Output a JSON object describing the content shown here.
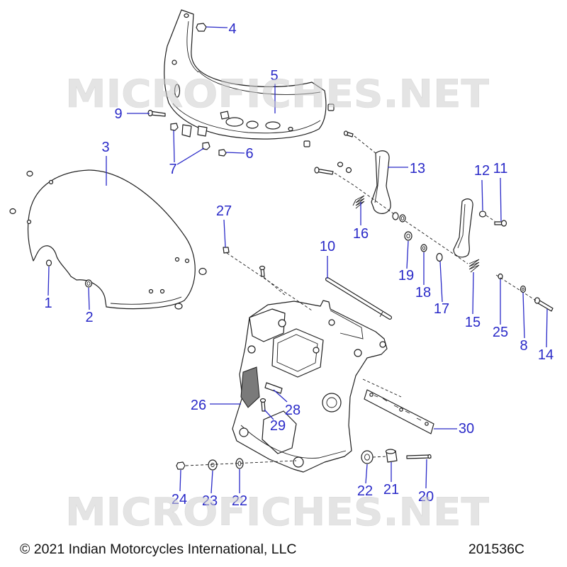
{
  "callouts": [
    "1",
    "2",
    "3",
    "4",
    "5",
    "6",
    "7",
    "8",
    "9",
    "10",
    "11",
    "12",
    "13",
    "14",
    "15",
    "16",
    "17",
    "18",
    "19",
    "20",
    "21",
    "22",
    "22",
    "23",
    "24",
    "25",
    "26",
    "27",
    "28",
    "29",
    "30"
  ],
  "watermark": "MICROFICHES.NET",
  "copyright": "© 2021 Indian Motorcycles International, LLC",
  "diagram_id": "201536C",
  "colors": {
    "callout": "#2a2ac8",
    "line_art": "#1e1e1e",
    "watermark": "#cfcfcf",
    "background": "#ffffff"
  }
}
